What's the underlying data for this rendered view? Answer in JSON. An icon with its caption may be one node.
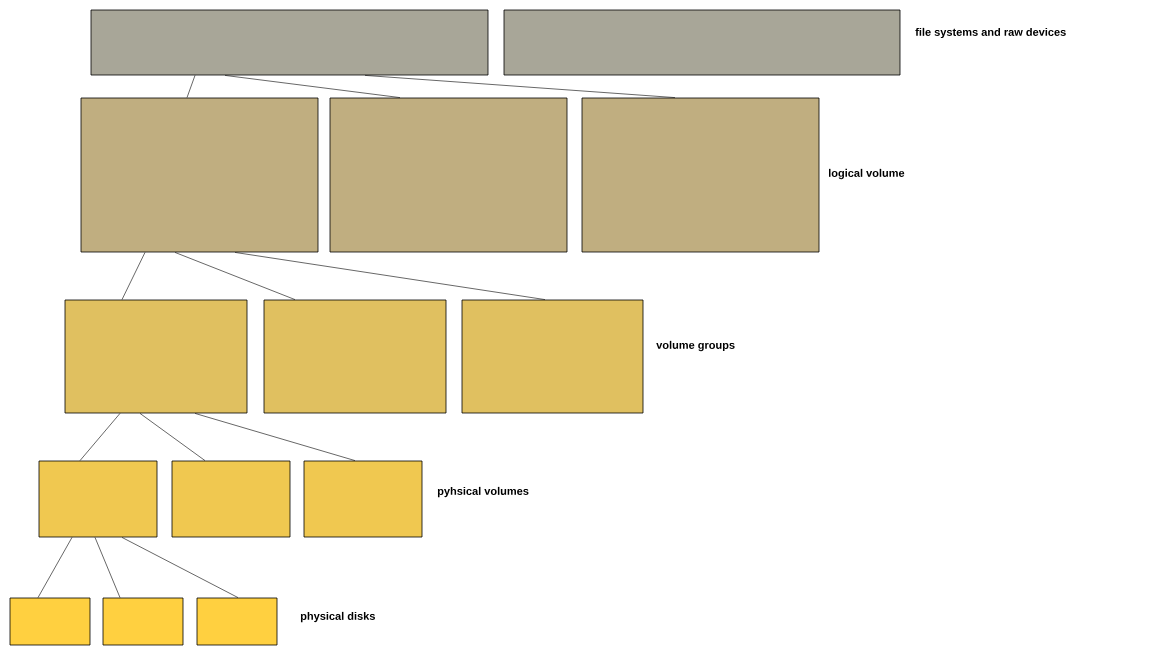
{
  "diagram": {
    "nodes": [
      {
        "text": [],
        "shape": "box"
      },
      {
        "text": [],
        "shape": "box"
      },
      {
        "text": [],
        "shape": "box"
      },
      {
        "text": [],
        "shape": "box"
      },
      {
        "text": [],
        "shape": "box"
      },
      {
        "text": [],
        "shape": "box"
      },
      {
        "text": [],
        "shape": "box"
      },
      {
        "text": [],
        "shape": "box"
      },
      {
        "text": [],
        "shape": "box"
      },
      {
        "text": [],
        "shape": "box"
      },
      {
        "text": [],
        "shape": "box"
      },
      {
        "text": [],
        "shape": "box"
      },
      {
        "text": [],
        "shape": "box"
      },
      {
        "text": [],
        "shape": "box"
      }
    ],
    "edges": [
      {
        "from": 0,
        "to": 2,
        "arrow": "none"
      },
      {
        "from": 0,
        "to": 3,
        "arrow": "none"
      },
      {
        "from": 0,
        "to": 4,
        "arrow": "none"
      },
      {
        "from": 2,
        "to": 5,
        "arrow": "none"
      },
      {
        "from": 2,
        "to": 6,
        "arrow": "none"
      },
      {
        "from": 2,
        "to": 7,
        "arrow": "none"
      },
      {
        "from": 5,
        "to": 8,
        "arrow": "none"
      },
      {
        "from": 5,
        "to": 9,
        "arrow": "none"
      },
      {
        "from": 5,
        "to": 10,
        "arrow": "none"
      },
      {
        "from": 8,
        "to": 11,
        "arrow": "none"
      },
      {
        "from": 8,
        "to": 12,
        "arrow": "none"
      },
      {
        "from": 8,
        "to": 13,
        "arrow": "none"
      }
    ],
    "labels": [
      "file systems and raw devices",
      "logical volume",
      "volume groups",
      "pyhsical volumes",
      "physical disks"
    ]
  }
}
